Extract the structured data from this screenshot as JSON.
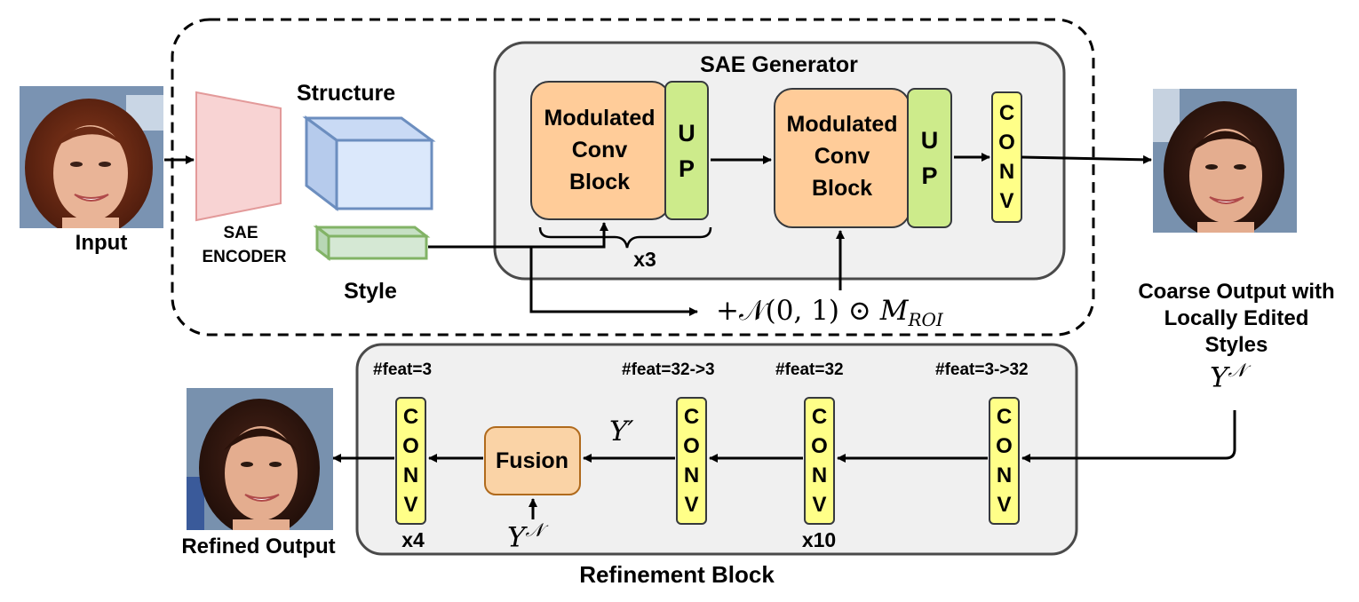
{
  "input": {
    "label": "Input"
  },
  "encoder": {
    "label_line1": "SAE",
    "label_line2": "ENCODER"
  },
  "structure_label": "Structure",
  "style_label": "Style",
  "generator": {
    "title": "SAE Generator",
    "block1": {
      "line1": "Modulated",
      "line2": "Conv",
      "line3": "Block"
    },
    "block2": {
      "line1": "Modulated",
      "line2": "Conv",
      "line3": "Block"
    },
    "up1": [
      "U",
      "P"
    ],
    "up2": [
      "U",
      "P"
    ],
    "conv": [
      "C",
      "O",
      "N",
      "V"
    ],
    "repeat": "x3"
  },
  "noise_formula": {
    "plus": "+𝒩(0, 1) ⊙ ",
    "M": "M",
    "sub": "ROI"
  },
  "coarse_output": {
    "line1": "Coarse Output with",
    "line2": "Locally Edited",
    "line3": "Styles",
    "symbol": "Y",
    "sup": "𝒩"
  },
  "refinement": {
    "title": "Refinement Block",
    "feat_a": "#feat=3",
    "feat_b": "#feat=32->3",
    "feat_c": "#feat=32",
    "feat_d": "#feat=3->32",
    "conv": [
      "C",
      "O",
      "N",
      "V"
    ],
    "fusion": "Fusion",
    "y_prime": "Y′",
    "y_n": {
      "symbol": "Y",
      "sup": "𝒩"
    },
    "repeat_a": "x4",
    "repeat_b": "x10"
  },
  "refined_output": {
    "label": "Refined Output"
  },
  "colors": {
    "encoder_fill": "#f8d3d3",
    "encoder_stroke": "#e39a9a",
    "cube_fill": "#dbe8fb",
    "cube_stroke": "#6c8ebf",
    "style_fill": "#d5e8d4",
    "style_stroke": "#82b366",
    "mod_fill": "#ffcc99",
    "mod_stroke": "#9e6a2e",
    "up_fill": "#cdeb8b",
    "up_stroke": "#36393d",
    "conv_fill": "#ffff88",
    "conv_stroke": "#36393d",
    "panel_fill": "#f0f0f0",
    "panel_stroke": "#4a4a4a"
  }
}
